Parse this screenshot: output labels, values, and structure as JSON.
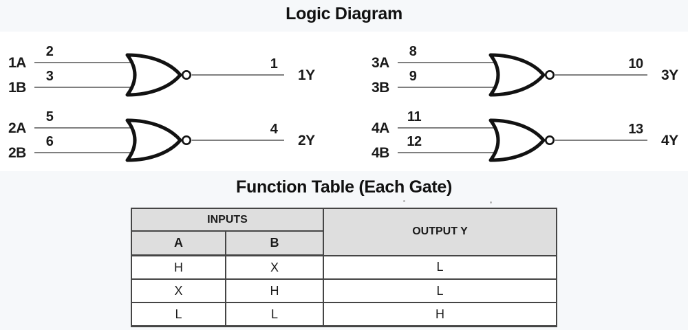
{
  "page": {
    "title": "Logic Diagram",
    "table_title": "Function Table (Each Gate)"
  },
  "colors": {
    "band": "#f6f8fa",
    "table_header_fill": "#dedede",
    "table_border": "#454545",
    "gate_stroke": "#121212",
    "wire": "#555555",
    "text": "#1a1a1a"
  },
  "gates": [
    {
      "name": "gate-1",
      "input_a_label": "1A",
      "input_a_pin": "2",
      "input_b_label": "1B",
      "input_b_pin": "3",
      "output_pin": "1",
      "output_label": "1Y"
    },
    {
      "name": "gate-2",
      "input_a_label": "2A",
      "input_a_pin": "5",
      "input_b_label": "2B",
      "input_b_pin": "6",
      "output_pin": "4",
      "output_label": "2Y"
    },
    {
      "name": "gate-3",
      "input_a_label": "3A",
      "input_a_pin": "8",
      "input_b_label": "3B",
      "input_b_pin": "9",
      "output_pin": "10",
      "output_label": "3Y"
    },
    {
      "name": "gate-4",
      "input_a_label": "4A",
      "input_a_pin": "11",
      "input_b_label": "4B",
      "input_b_pin": "12",
      "output_pin": "13",
      "output_label": "4Y"
    }
  ],
  "function_table": {
    "inputs_header": "INPUTS",
    "output_header": "OUTPUT Y",
    "col_a_header": "A",
    "col_b_header": "B",
    "rows": [
      {
        "a": "H",
        "b": "X",
        "y": "L"
      },
      {
        "a": "X",
        "b": "H",
        "y": "L"
      },
      {
        "a": "L",
        "b": "L",
        "y": "H"
      }
    ]
  }
}
